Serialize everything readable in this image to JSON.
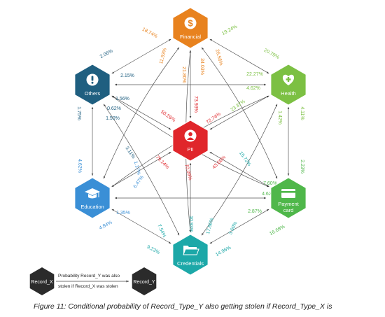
{
  "nodes": [
    {
      "id": "financial",
      "label": "Financial",
      "label2": "",
      "color": "#e8821e",
      "icon": "dollar-coin-icon"
    },
    {
      "id": "others",
      "label": "Others",
      "label2": "",
      "color": "#1f5f80",
      "icon": "exclamation-icon"
    },
    {
      "id": "health",
      "label": "Health",
      "label2": "",
      "color": "#7cc043",
      "icon": "heart-cross-icon"
    },
    {
      "id": "pii",
      "label": "PII",
      "label2": "",
      "color": "#e0262b",
      "icon": "person-icon"
    },
    {
      "id": "education",
      "label": "Education",
      "label2": "",
      "color": "#3a8fd6",
      "icon": "graduation-cap-icon"
    },
    {
      "id": "payment",
      "label": "Payment",
      "label2": "card",
      "color": "#4fb74a",
      "icon": "credit-card-icon"
    },
    {
      "id": "credentials",
      "label": "Credentials",
      "label2": "",
      "color": "#1ca8a8",
      "icon": "folder-icon"
    }
  ],
  "edge_labels": [
    {
      "text": "18.74%",
      "color": "#e8821e"
    },
    {
      "text": "19.24%",
      "color": "#7cc043"
    },
    {
      "text": "2.06%",
      "color": "#1f5f80"
    },
    {
      "text": "20.79%",
      "color": "#7cc043"
    },
    {
      "text": "11.93%",
      "color": "#e8821e"
    },
    {
      "text": "26.56%",
      "color": "#e8821e"
    },
    {
      "text": "21.80%",
      "color": "#e8821e"
    },
    {
      "text": "34.03%",
      "color": "#e8821e"
    },
    {
      "text": "2.15%",
      "color": "#1f5f80"
    },
    {
      "text": "22.27%",
      "color": "#7cc043"
    },
    {
      "text": "4.62%",
      "color": "#7cc043"
    },
    {
      "text": "1.56%",
      "color": "#1f5f80"
    },
    {
      "text": "0.62%",
      "color": "#1f5f80"
    },
    {
      "text": "1.50%",
      "color": "#1f5f80"
    },
    {
      "text": "73.93%",
      "color": "#e0262b"
    },
    {
      "text": "50.26%",
      "color": "#e0262b"
    },
    {
      "text": "72.74%",
      "color": "#e0262b"
    },
    {
      "text": "23.37%",
      "color": "#7cc043"
    },
    {
      "text": "1.75%",
      "color": "#1f5f80"
    },
    {
      "text": "4.11%",
      "color": "#7cc043"
    },
    {
      "text": "1.42%",
      "color": "#7cc043"
    },
    {
      "text": "3.11%",
      "color": "#1f5f80"
    },
    {
      "text": "1.17%",
      "color": "#3a8fd6"
    },
    {
      "text": "4.62%",
      "color": "#3a8fd6"
    },
    {
      "text": "6.47%",
      "color": "#3a8fd6"
    },
    {
      "text": "79.14%",
      "color": "#e0262b"
    },
    {
      "text": "43.66%",
      "color": "#e0262b"
    },
    {
      "text": "70.09%",
      "color": "#e0262b"
    },
    {
      "text": "15.72%",
      "color": "#1ca8a8"
    },
    {
      "text": "2.23%",
      "color": "#4fb74a"
    },
    {
      "text": "7.60%",
      "color": "#4fb74a"
    },
    {
      "text": "4.62%",
      "color": "#4fb74a"
    },
    {
      "text": "1.35%",
      "color": "#3a8fd6"
    },
    {
      "text": "2.87%",
      "color": "#4fb74a"
    },
    {
      "text": "10.93%",
      "color": "#1ca8a8"
    },
    {
      "text": "4.84%",
      "color": "#3a8fd6"
    },
    {
      "text": "7.54%",
      "color": "#1ca8a8"
    },
    {
      "text": "17.66%",
      "color": "#1ca8a8"
    },
    {
      "text": "3.60%",
      "color": "#1ca8a8"
    },
    {
      "text": "16.68%",
      "color": "#4fb74a"
    },
    {
      "text": "9.23%",
      "color": "#1ca8a8"
    },
    {
      "text": "14.96%",
      "color": "#1ca8a8"
    }
  ],
  "legend": {
    "from_label": "Record_X",
    "to_label": "Record_Y",
    "line1": "Probability Record_Y was also",
    "line2": "stolen if Record_X was stolen",
    "color": "#2b2b2b"
  },
  "caption": "Figure 11: Conditional probability of Record_Type_Y also getting stolen if Record_Type_X is"
}
